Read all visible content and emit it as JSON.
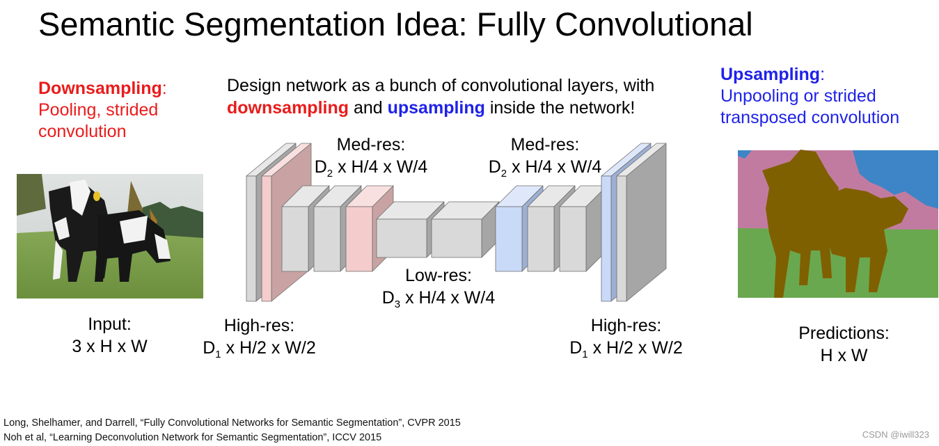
{
  "title": "Semantic Segmentation Idea: Fully Convolutional",
  "downsampling_note": {
    "keyword": "Downsampling",
    "colon": ":",
    "line1": "Pooling, strided",
    "line2": "convolution"
  },
  "upsampling_note": {
    "keyword": "Upsampling",
    "colon": ":",
    "line1": "Unpooling or strided",
    "line2": "transposed convolution"
  },
  "center_note": {
    "line1": "Design network as a bunch of convolutional layers, with",
    "kw_down": "downsampling",
    "mid": " and ",
    "kw_up": "upsampling",
    "tail": " inside the network!"
  },
  "labels": {
    "input_title": "Input:",
    "input_dims": "3 x H x W",
    "highres_title": "High-res:",
    "highres_d": "D",
    "highres_sub": "1",
    "highres_rest": " x H/2 x W/2",
    "medres_title": "Med-res:",
    "medres_d": "D",
    "medres_sub": "2",
    "medres_rest": " x H/4 x W/4",
    "lowres_title": "Low-res:",
    "lowres_d": "D",
    "lowres_sub": "3",
    "lowres_rest": " x H/4 x W/4",
    "pred_title": "Predictions:",
    "pred_dims": "H x W"
  },
  "colors": {
    "gray_front": "#d9d9d9",
    "gray_top": "#e8e8e8",
    "gray_side": "#a6a6a6",
    "pink_front": "#f4cccc",
    "pink_top": "#f9e0e0",
    "pink_side": "#c9a3a3",
    "blue_front": "#c9daf8",
    "blue_top": "#dfe8fb",
    "blue_side": "#9db0d3",
    "edge": "#6b6b6b",
    "seg_pink": "#c27ba0",
    "seg_blue": "#3d85c6",
    "seg_green": "#6aa84f",
    "seg_cow": "#7f6000",
    "accent_red": "#ea1b1b",
    "accent_blue": "#1f22e8"
  },
  "references": [
    "Long, Shelhamer, and Darrell, “Fully Convolutional Networks for Semantic Segmentation”, CVPR 2015",
    "Noh et al, “Learning Deconvolution Network for Semantic Segmentation”, ICCV 2015"
  ],
  "watermark": "CSDN @iwill323"
}
